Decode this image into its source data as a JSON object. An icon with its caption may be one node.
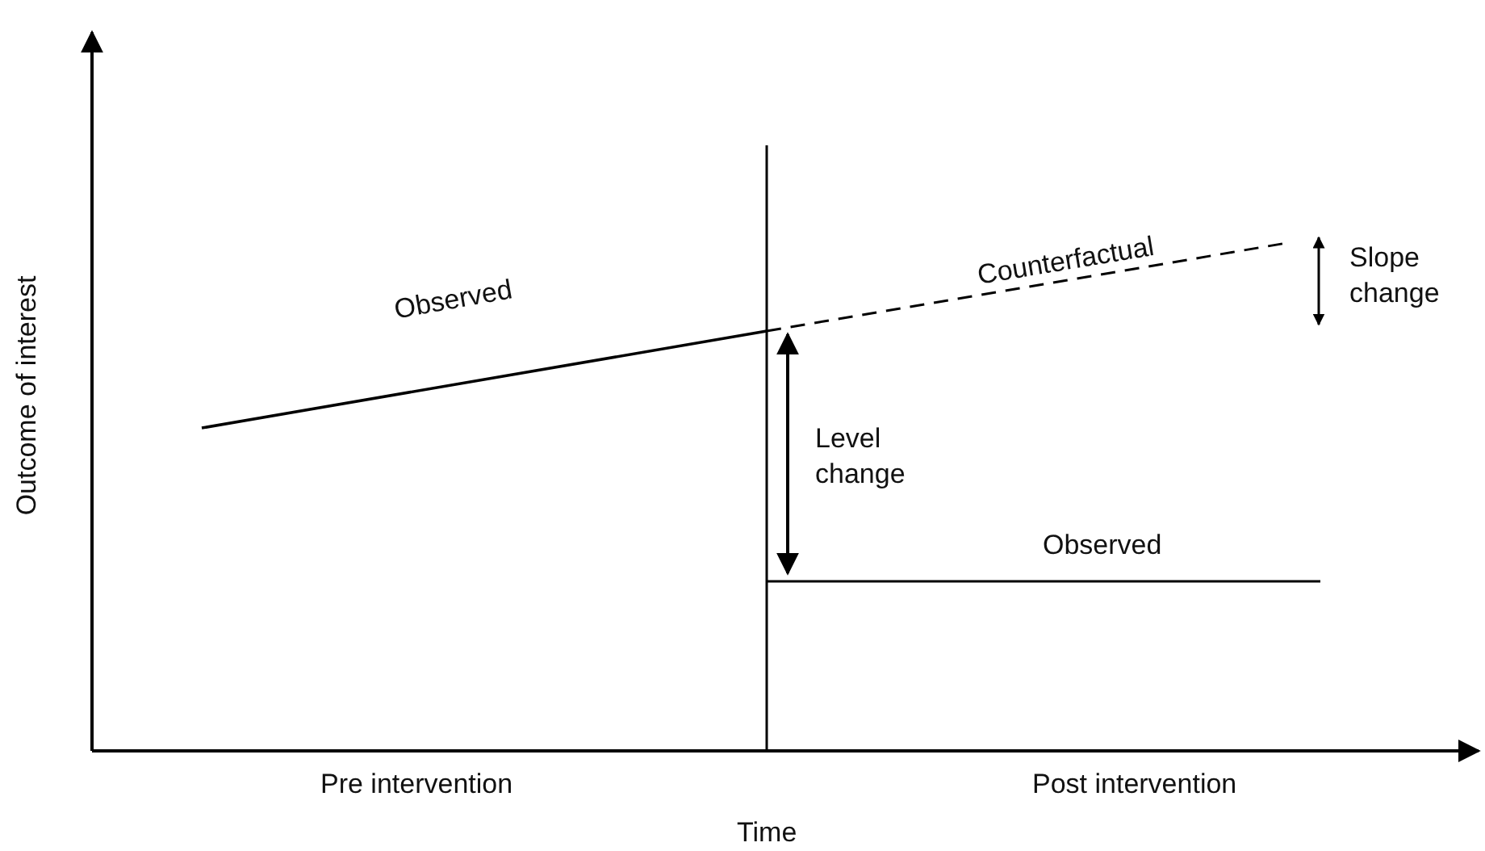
{
  "diagram": {
    "labels": [
      "Outcome of interest",
      "Observed",
      "Counterfactual",
      "Slope change",
      "Level change",
      "Observed",
      "Pre intervention",
      "Post intervention",
      "Time"
    ]
  }
}
